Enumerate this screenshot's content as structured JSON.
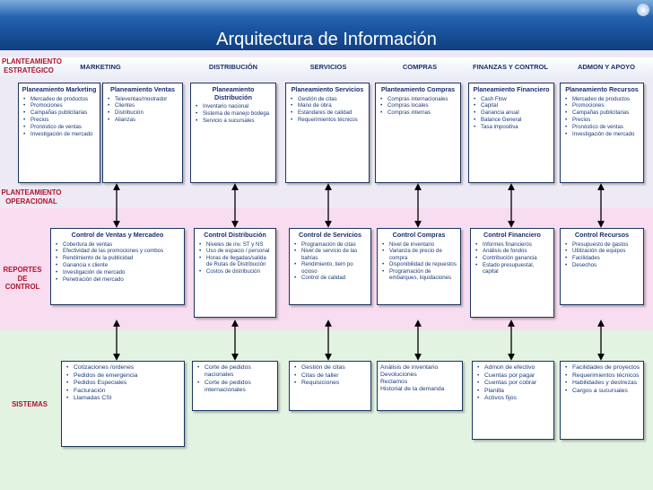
{
  "title": "Arquitectura de Información",
  "area_headers": [
    "MARKETING",
    "DISTRIBUCIÓN",
    "SERVICIOS",
    "COMPRAS",
    "FINANZAS Y CONTROL",
    "ADMON Y APOYO"
  ],
  "row_labels": {
    "strategic": [
      "PLANTEAMIENTO",
      "ESTRATÉGICO"
    ],
    "operational": [
      "PLANTEAMIENTO",
      "OPERACIONAL"
    ],
    "reports": [
      "REPORTES",
      "DE",
      "CONTROL"
    ],
    "systems": [
      "SISTEMAS"
    ]
  },
  "colors": {
    "header_blue": "#1c56a0",
    "planning_band": "#eeeaf5",
    "control_band": "#f8dcef",
    "systems_band": "#e2f3e2",
    "label_red": "#b0122e",
    "text_navy": "#1b3a78"
  },
  "planning_boxes": [
    {
      "title": "Planeamiento Marketing",
      "items": [
        "Mercadeo de productos",
        "Promociones",
        "Campañas publicitarias",
        "Precios",
        "Pronóstico de ventas",
        "Investigación de mercado"
      ]
    },
    {
      "title": "Planeamiento Ventas",
      "items": [
        "Televentas/mostrador",
        "Clientes",
        "Distribución",
        "Alianzas"
      ]
    },
    {
      "title": "Planeamiento Distribución",
      "items": [
        "Inventario nacional",
        "Sistema de manejo bodega",
        "Servicio a sucursales"
      ]
    },
    {
      "title": "Planeamiento Servicios",
      "items": [
        "Gestión de citas",
        "Mano de obra",
        "Estándares de calidad",
        "Requerimientos técnicos"
      ]
    },
    {
      "title": "Planteamiento Compras",
      "items": [
        "Compras internacionales",
        "Compras locales",
        "Compras internas"
      ]
    },
    {
      "title": "Planeamiento Financiero",
      "items": [
        "Cash Flow",
        "Capital",
        "Ganancia anual",
        "Balance General",
        "Tasa impositiva"
      ]
    },
    {
      "title": "Planeamiento Recursos",
      "items": [
        "Mercadeo de productos",
        "Promociones",
        "Campañas publicitarias",
        "Precios",
        "Pronóstico de ventas",
        "Investigación de mercado"
      ]
    }
  ],
  "control_boxes": [
    {
      "title": "Control de Ventas y Mercadeo",
      "items": [
        "Cobertura de ventas",
        "Efectividad de las promociones y combos",
        "Rendimiento de la publicidad",
        "Ganancia x cliente",
        "Investigación de mercado",
        "Penetración del mercado"
      ]
    },
    {
      "title": "Control Distribución",
      "items": [
        "Niveles de inv. ST y NS",
        "Uso de espacio / personal",
        "Horas de llegadas/salida de Rutas de Distribución",
        "Costos de distribución"
      ]
    },
    {
      "title": "Control de Servicios",
      "items": [
        "Programación de citas",
        "Nivel de servicio de las bahías",
        "Rendimiento, tiem po ocioso",
        "Control de calidad"
      ]
    },
    {
      "title": "Control Compras",
      "items": [
        "Nivel de inventario",
        "Varianza de precio de compra",
        "Disponibilidad de repuestos",
        "Programación de embarques, liquidaciones"
      ]
    },
    {
      "title": "Control Financiero",
      "items": [
        "Informes financieros",
        "Análisis de fondos",
        "Contribución ganancia",
        "Estado presupuestal, capital"
      ]
    },
    {
      "title": "Control Recursos",
      "items": [
        "Presupuesto de gastos",
        "Utilización de equipos",
        "Facilidades",
        "Desechos"
      ]
    }
  ],
  "system_boxes": [
    {
      "items": [
        "Cotizaciones /ordenes",
        "Pedidos de emergencia",
        "Pedidos Especiales",
        "Facturación",
        "Llamadas CSI"
      ]
    },
    {
      "items": [
        "Corte de pedidos nacionales",
        "Corte de pedidos internacionales"
      ]
    },
    {
      "items": [
        "Gestión de citas",
        "Citas de taller",
        "Requisiciones"
      ]
    },
    {
      "plain_items": [
        "Análisis de inventario",
        "Devoluciones",
        "Reclamos",
        "Historial de la demanda"
      ]
    },
    {
      "items": [
        "Admon de efectivo",
        "Cuentas por pagar",
        "Cuentas por cobrar",
        "Planilla",
        "Activos fijos"
      ]
    },
    {
      "items": [
        "Facilidades de proyectos",
        "Requerimientos técnicos",
        "Habilidades y destrezas",
        "Cargos a sucursales"
      ]
    }
  ]
}
